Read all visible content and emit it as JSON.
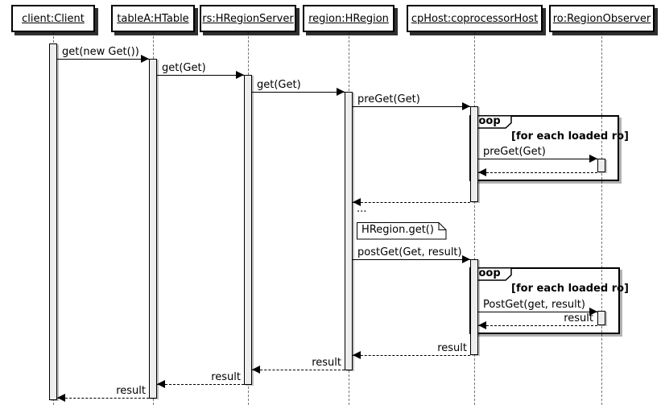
{
  "diagram": {
    "kind": "uml-sequence-diagram",
    "participants": [
      {
        "label": "client:Client"
      },
      {
        "label": "tableA:HTable"
      },
      {
        "label": "rs:HRegionServer"
      },
      {
        "label": "region:HRegion"
      },
      {
        "label": "cpHost:coprocessorHost"
      },
      {
        "label": "ro:RegionObserver"
      }
    ],
    "messages": [
      {
        "from": "client:Client",
        "to": "tableA:HTable",
        "label": "get(new Get())",
        "style": "solid"
      },
      {
        "from": "tableA:HTable",
        "to": "rs:HRegionServer",
        "label": "get(Get)",
        "style": "solid"
      },
      {
        "from": "rs:HRegionServer",
        "to": "region:HRegion",
        "label": "get(Get)",
        "style": "solid"
      },
      {
        "from": "region:HRegion",
        "to": "cpHost:coprocessorHost",
        "label": "preGet(Get)",
        "style": "solid"
      },
      {
        "from": "cpHost:coprocessorHost",
        "to": "ro:RegionObserver",
        "label": "preGet(Get)",
        "style": "solid",
        "loop": 0
      },
      {
        "from": "ro:RegionObserver",
        "to": "cpHost:coprocessorHost",
        "label": "",
        "style": "dashed",
        "loop": 0
      },
      {
        "from": "cpHost:coprocessorHost",
        "to": "region:HRegion",
        "label": "",
        "style": "dashed"
      },
      {
        "from": "region:HRegion",
        "to": "cpHost:coprocessorHost",
        "label": "postGet(Get, result)",
        "style": "solid"
      },
      {
        "from": "cpHost:coprocessorHost",
        "to": "ro:RegionObserver",
        "label": "PostGet(get, result)",
        "style": "solid",
        "loop": 1
      },
      {
        "from": "ro:RegionObserver",
        "to": "cpHost:coprocessorHost",
        "label": "result",
        "style": "dashed",
        "loop": 1
      },
      {
        "from": "cpHost:coprocessorHost",
        "to": "region:HRegion",
        "label": "result",
        "style": "dashed"
      },
      {
        "from": "region:HRegion",
        "to": "rs:HRegionServer",
        "label": "result",
        "style": "dashed"
      },
      {
        "from": "rs:HRegionServer",
        "to": "tableA:HTable",
        "label": "result",
        "style": "dashed"
      },
      {
        "from": "tableA:HTable",
        "to": "client:Client",
        "label": "result",
        "style": "dashed"
      }
    ],
    "loops": [
      {
        "keyword": "loop",
        "guard": "[for each loaded ro]"
      },
      {
        "keyword": "loop",
        "guard": "[for each loaded ro]"
      }
    ],
    "note": {
      "text": "HRegion.get()"
    },
    "ellipsis": "...",
    "colors": {
      "background": "#FFFFFF",
      "line": "#000000",
      "activation_fill": "#EDEDED",
      "lifeline": "#767676",
      "box_fill": "#FEFEFE"
    }
  }
}
